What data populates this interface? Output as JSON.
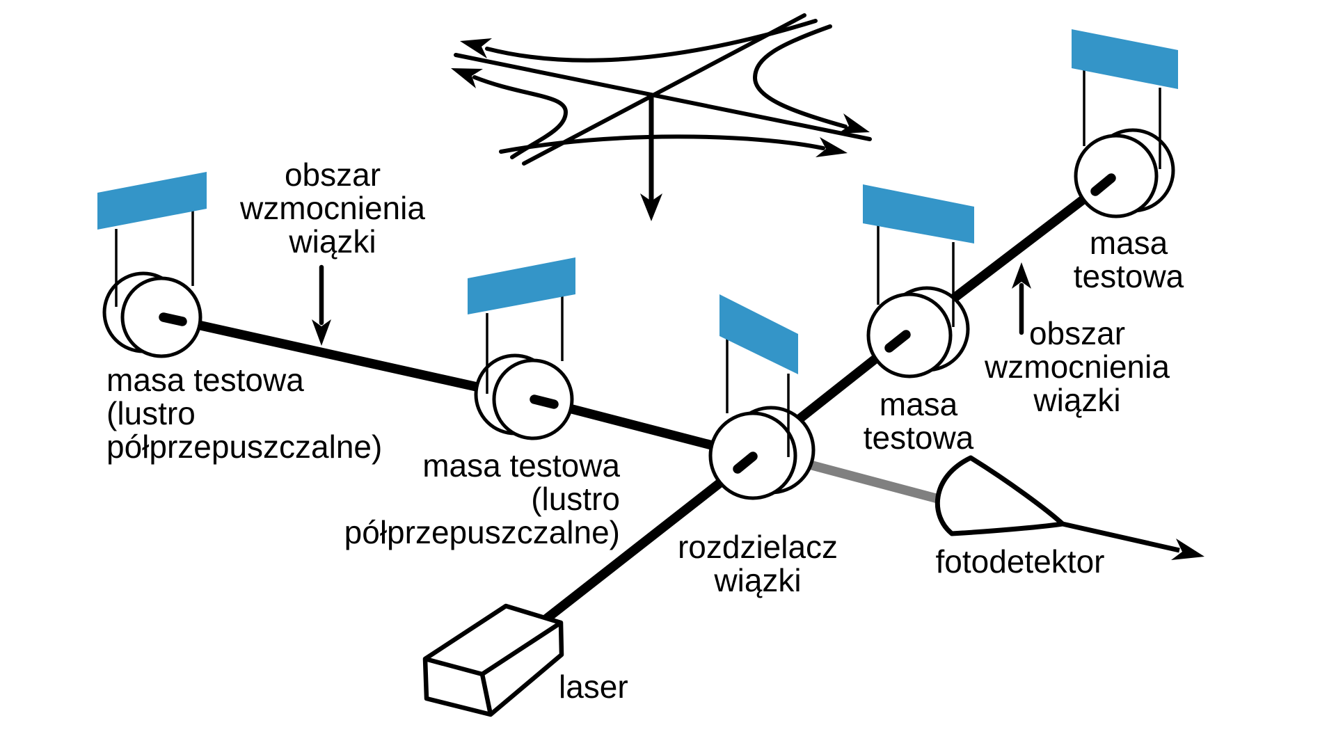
{
  "diagram": {
    "description": "interferometer-diagram",
    "colors": {
      "support_blue": "#3495c8",
      "beam_black": "#000000",
      "beam_gray": "#808080",
      "background": "#ffffff",
      "text": "#000000"
    },
    "labels": {
      "amplification_left": {
        "lines": [
          "obszar",
          "wzmocnienia",
          "wiązki"
        ]
      },
      "test_mass_left": {
        "lines": [
          "masa testowa",
          "(lustro",
          "półprzepuszczalne)"
        ]
      },
      "test_mass_middle": {
        "lines": [
          "masa testowa",
          "(lustro",
          "półprzepuszczalne)"
        ]
      },
      "beam_splitter": {
        "lines": [
          "rozdzielacz",
          "wiązki"
        ]
      },
      "test_mass_right_inner": {
        "lines": [
          "masa",
          "testowa"
        ]
      },
      "amplification_right": {
        "lines": [
          "obszar",
          "wzmocnienia",
          "wiązki"
        ]
      },
      "test_mass_right_outer": {
        "lines": [
          "masa",
          "testowa"
        ]
      },
      "laser": {
        "text": "laser"
      },
      "photodetector": {
        "text": "fotodetektor"
      }
    }
  }
}
